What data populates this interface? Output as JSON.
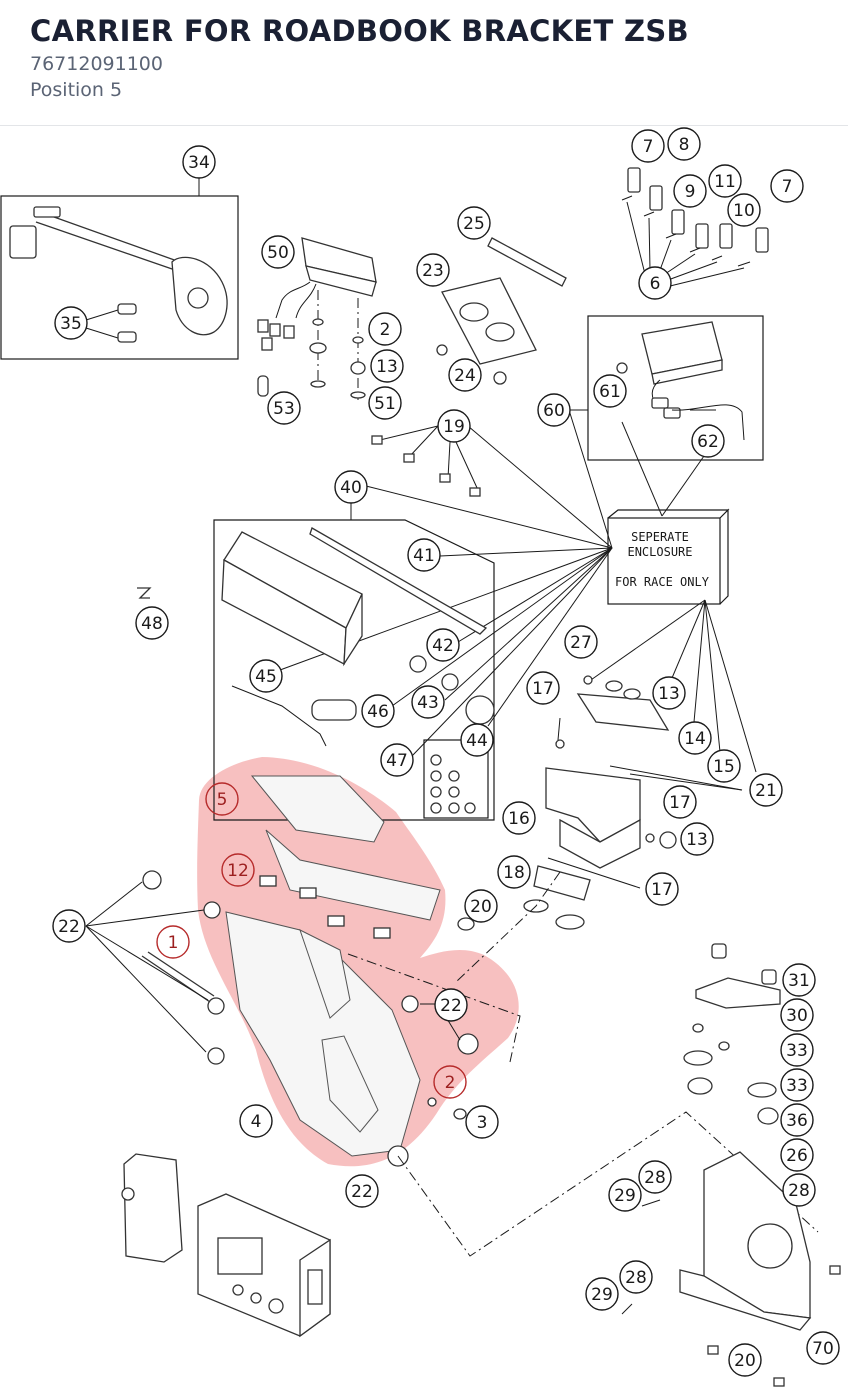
{
  "header": {
    "title": "CARRIER FOR ROADBOOK BRACKET ZSB",
    "part_number": "76712091100",
    "position": "Position 5"
  },
  "colors": {
    "highlight_fill": "#f08c8c",
    "highlight_stroke": "#b62a2a",
    "title_color": "#1a2033",
    "subtitle_color": "#5b6475"
  },
  "diagram": {
    "enclosure_note": {
      "line1": "SEPERATE",
      "line2": "ENCLOSURE",
      "line3": "FOR RACE ONLY"
    },
    "highlighted_callouts": [
      "5",
      "12",
      "22",
      "2"
    ],
    "callouts": [
      "34",
      "35",
      "50",
      "2",
      "13",
      "51",
      "53",
      "25",
      "23",
      "24",
      "7",
      "8",
      "9",
      "11",
      "10",
      "7",
      "6",
      "60",
      "61",
      "62",
      "19",
      "40",
      "41",
      "48",
      "45",
      "42",
      "46",
      "43",
      "44",
      "47",
      "27",
      "13",
      "17",
      "14",
      "15",
      "21",
      "16",
      "17",
      "13",
      "18",
      "17",
      "5",
      "12",
      "22",
      "20",
      "1",
      "22",
      "2",
      "3",
      "4",
      "22",
      "31",
      "30",
      "33",
      "33",
      "36",
      "26",
      "28",
      "29",
      "28",
      "29",
      "28",
      "70",
      "20"
    ]
  }
}
